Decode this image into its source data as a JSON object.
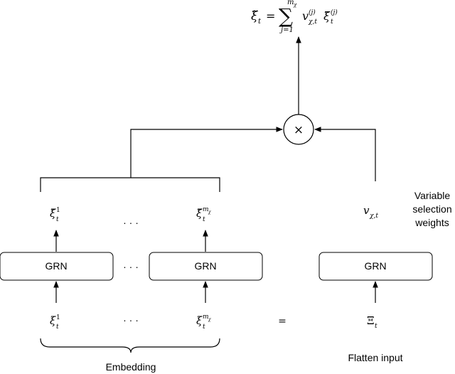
{
  "output_formula": {
    "lhs_symbol": "ξ̃",
    "lhs_sub": "t",
    "equals": "=",
    "sum_symbol": "∑",
    "sum_upper": "m",
    "sum_upper_sub": "χ",
    "sum_lower": "j=1",
    "v_symbol": "v",
    "v_sup": "(j)",
    "v_sub": "χ,t",
    "xi_symbol": "ξ̃",
    "xi_sup": "(j)",
    "xi_sub": "t"
  },
  "multiply_symbol": "×",
  "grn_boxes": [
    {
      "label": "GRN"
    },
    {
      "label": "GRN"
    },
    {
      "label": "GRN"
    }
  ],
  "ellipsis": "· · ·",
  "equals_sign": "=",
  "outputs": {
    "first": {
      "symbol": "ξ̃",
      "sup": "1",
      "sub": "t"
    },
    "last": {
      "symbol": "ξ̃",
      "sup": "m",
      "sup_sub": "χ",
      "sub": "t"
    },
    "weights": {
      "symbol": "v",
      "sub": "χ,t"
    }
  },
  "inputs": {
    "first": {
      "symbol": "ξ",
      "sup": "1",
      "sub": "t"
    },
    "last": {
      "symbol": "ξ",
      "sup": "m",
      "sup_sub": "χ",
      "sub": "t"
    },
    "flat": {
      "symbol": "Ξ",
      "sub": "t"
    }
  },
  "labels": {
    "variable_selection_weights": [
      "Variable",
      "selection",
      "weights"
    ],
    "embedding": "Embedding",
    "flatten_input": "Flatten input"
  }
}
